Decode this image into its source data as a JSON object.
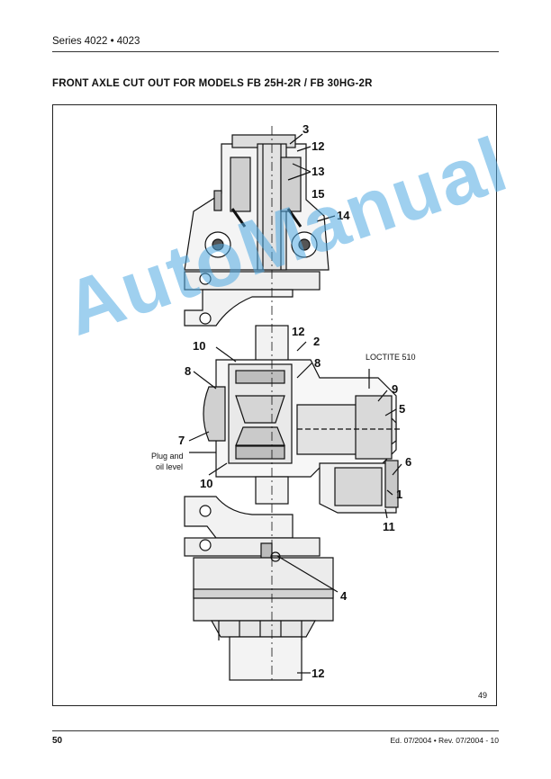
{
  "header": {
    "series": "Series 4022 • 4023"
  },
  "title": "FRONT AXLE CUT OUT FOR MODELS  FB 25H-2R / FB 30HG-2R",
  "figure": {
    "number": "49",
    "callouts": {
      "c3": "3",
      "c12a": "12",
      "c13": "13",
      "c15": "15",
      "c14": "14",
      "c12b": "12",
      "c2": "2",
      "c10a": "10",
      "c8a": "8",
      "c8b": "8",
      "c9": "9",
      "c5": "5",
      "c7": "7",
      "c6": "6",
      "c10b": "10",
      "c1": "1",
      "c11": "11",
      "c4": "4",
      "c12c": "12"
    },
    "loctite_label": "LOCTITE 510",
    "plug_label_line1": "Plug and",
    "plug_label_line2": "oil level"
  },
  "watermark": "AutoManual",
  "footer": {
    "page": "50",
    "edition": "Ed. 07/2004 • Rev. 07/2004 - 10"
  }
}
